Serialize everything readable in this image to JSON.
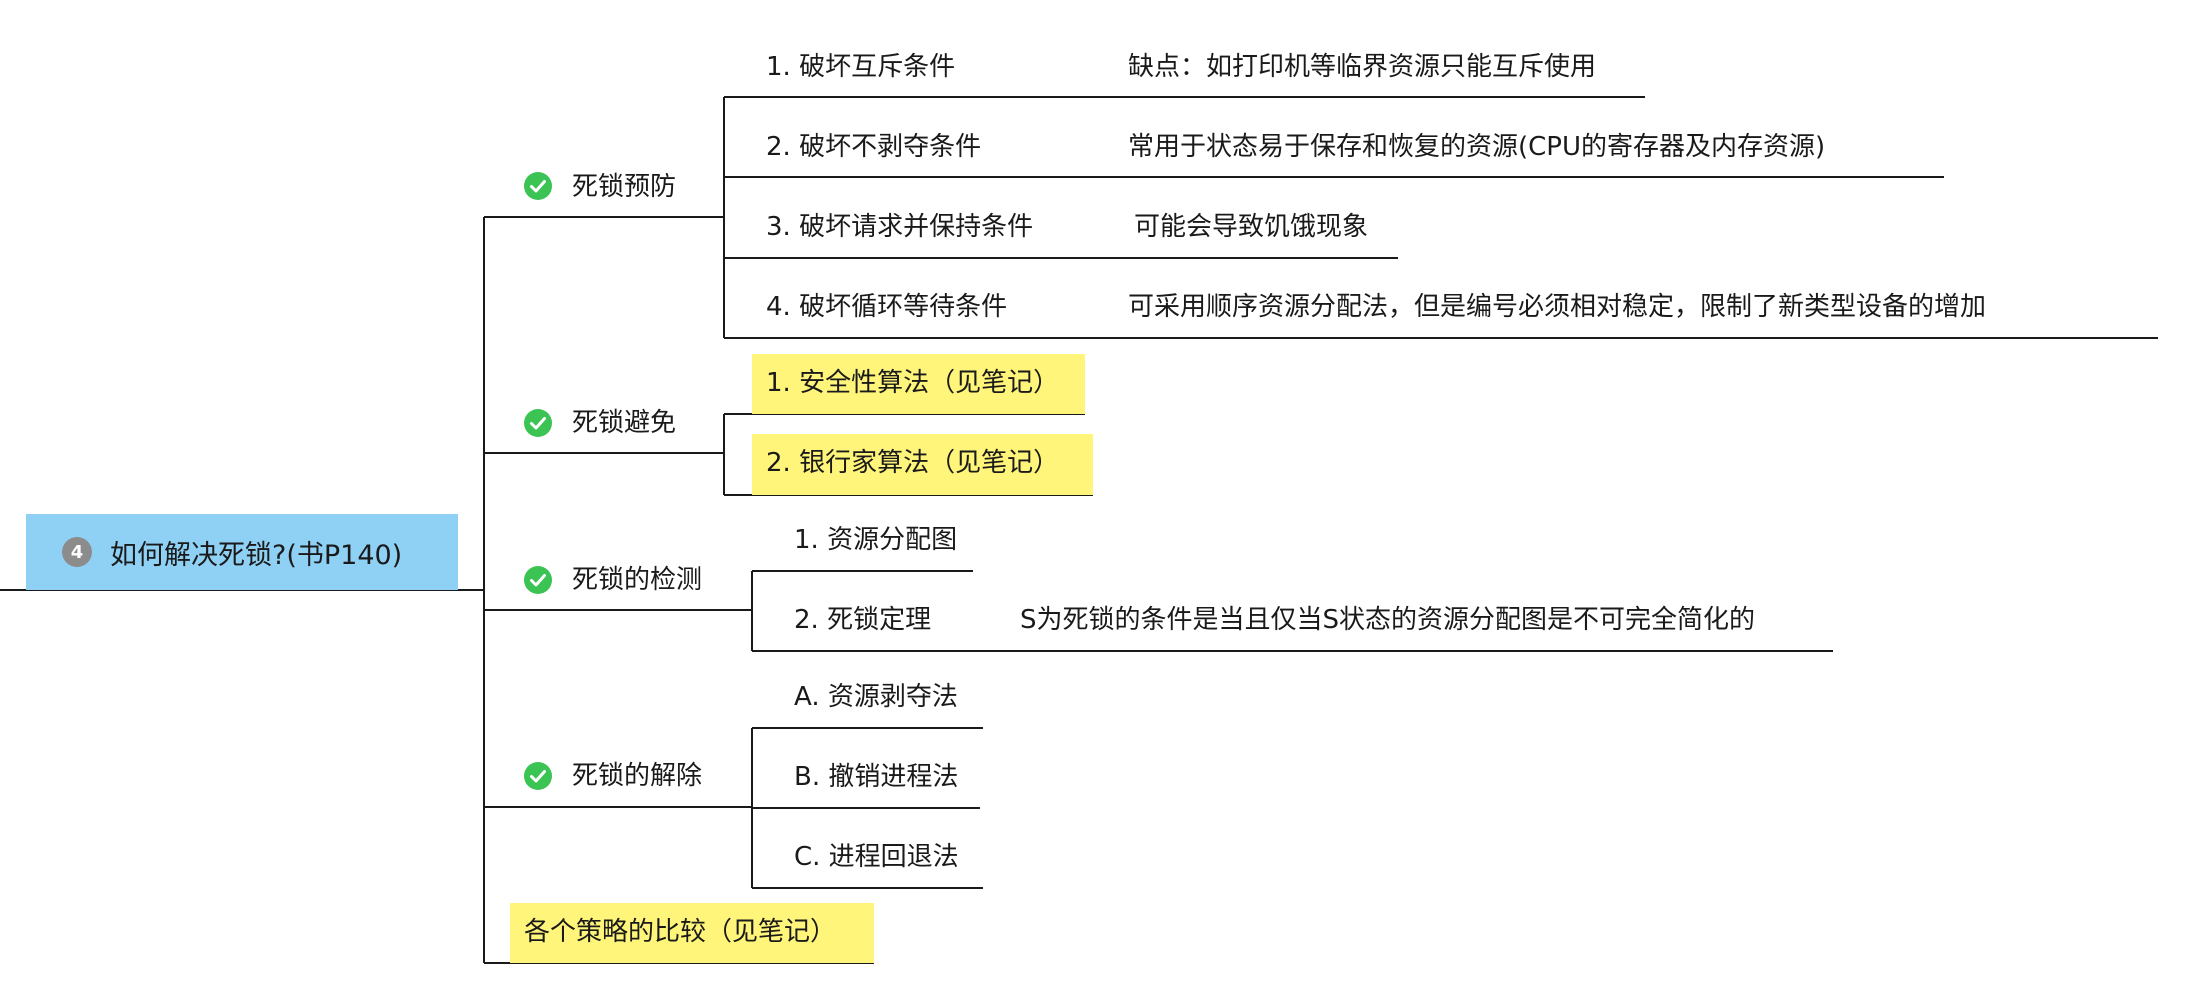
{
  "colors": {
    "root_fill": "#8fd1f4",
    "highlight_fill": "#fff57a",
    "check_fill": "#3bc354",
    "line_color": "#1a1a1a"
  },
  "root": {
    "number": "4",
    "label": "如何解决死锁?(书P140)"
  },
  "branches": {
    "prevention": {
      "icon": "check-circle-icon",
      "label": "死锁预防",
      "items": [
        {
          "label": "1. 破坏互斥条件",
          "note": "缺点：如打印机等临界资源只能互斥使用"
        },
        {
          "label": "2. 破坏不剥夺条件",
          "note": "常用于状态易于保存和恢复的资源(CPU的寄存器及内存资源)"
        },
        {
          "label": "3. 破坏请求并保持条件",
          "note": "可能会导致饥饿现象"
        },
        {
          "label": "4. 破坏循环等待条件",
          "note": "可采用顺序资源分配法，但是编号必须相对稳定，限制了新类型设备的增加"
        }
      ]
    },
    "avoidance": {
      "icon": "check-circle-icon",
      "label": "死锁避免",
      "items": [
        {
          "label": "1. 安全性算法（见笔记）"
        },
        {
          "label": "2. 银行家算法（见笔记）"
        }
      ]
    },
    "detection": {
      "icon": "check-circle-icon",
      "label": "死锁的检测",
      "items": [
        {
          "label": "1. 资源分配图"
        },
        {
          "label": "2. 死锁定理",
          "note": "S为死锁的条件是当且仅当S状态的资源分配图是不可完全简化的"
        }
      ]
    },
    "recovery": {
      "icon": "check-circle-icon",
      "label": "死锁的解除",
      "items": [
        {
          "label": "A. 资源剥夺法"
        },
        {
          "label": "B. 撤销进程法"
        },
        {
          "label": "C. 进程回退法"
        }
      ]
    },
    "comparison": {
      "label": "各个策略的比较（见笔记）"
    }
  }
}
